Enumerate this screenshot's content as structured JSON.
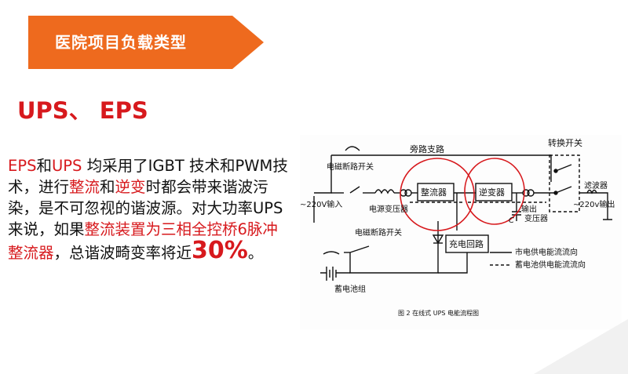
{
  "header": {
    "title": "医院项目负载类型"
  },
  "subtitle": "UPS、 EPS",
  "paragraph": {
    "p1": "EPS",
    "p2": "和",
    "p3": "UPS",
    "p4": " 均采用了IGBT 技术和PWM技术，进行",
    "p5": "整流",
    "p6": "和",
    "p7": "逆变",
    "p8": "时都会带来谐波污染，是不可忽视的谐波源。对大功率UPS来说，如果",
    "p9": "整流装置为三相全控桥6脉冲整流器",
    "p10": "，总谐波畸变率将近",
    "p11": "30%",
    "p12": "。"
  },
  "diagram": {
    "bypass": "旁路支路",
    "switch_label": "转换开关",
    "mag_switch_top": "电磁断路开关",
    "input": "~220V输入",
    "rectifier": "整流器",
    "inverter": "逆变器",
    "filter": "滤波器",
    "output": "~220v输出",
    "power_transformer": "电源变压器",
    "output_transformer_1": "输出",
    "output_transformer_2": "变压器",
    "capacitor": "C",
    "mag_switch_bottom": "电磁断路开关",
    "charging": "充电回路",
    "battery": "蓄电池组",
    "legend_mains": "市电供电能流流向",
    "legend_battery": "蓄电池供电能流流向",
    "caption": "图 2 在线式 UPS 电能流程图"
  }
}
